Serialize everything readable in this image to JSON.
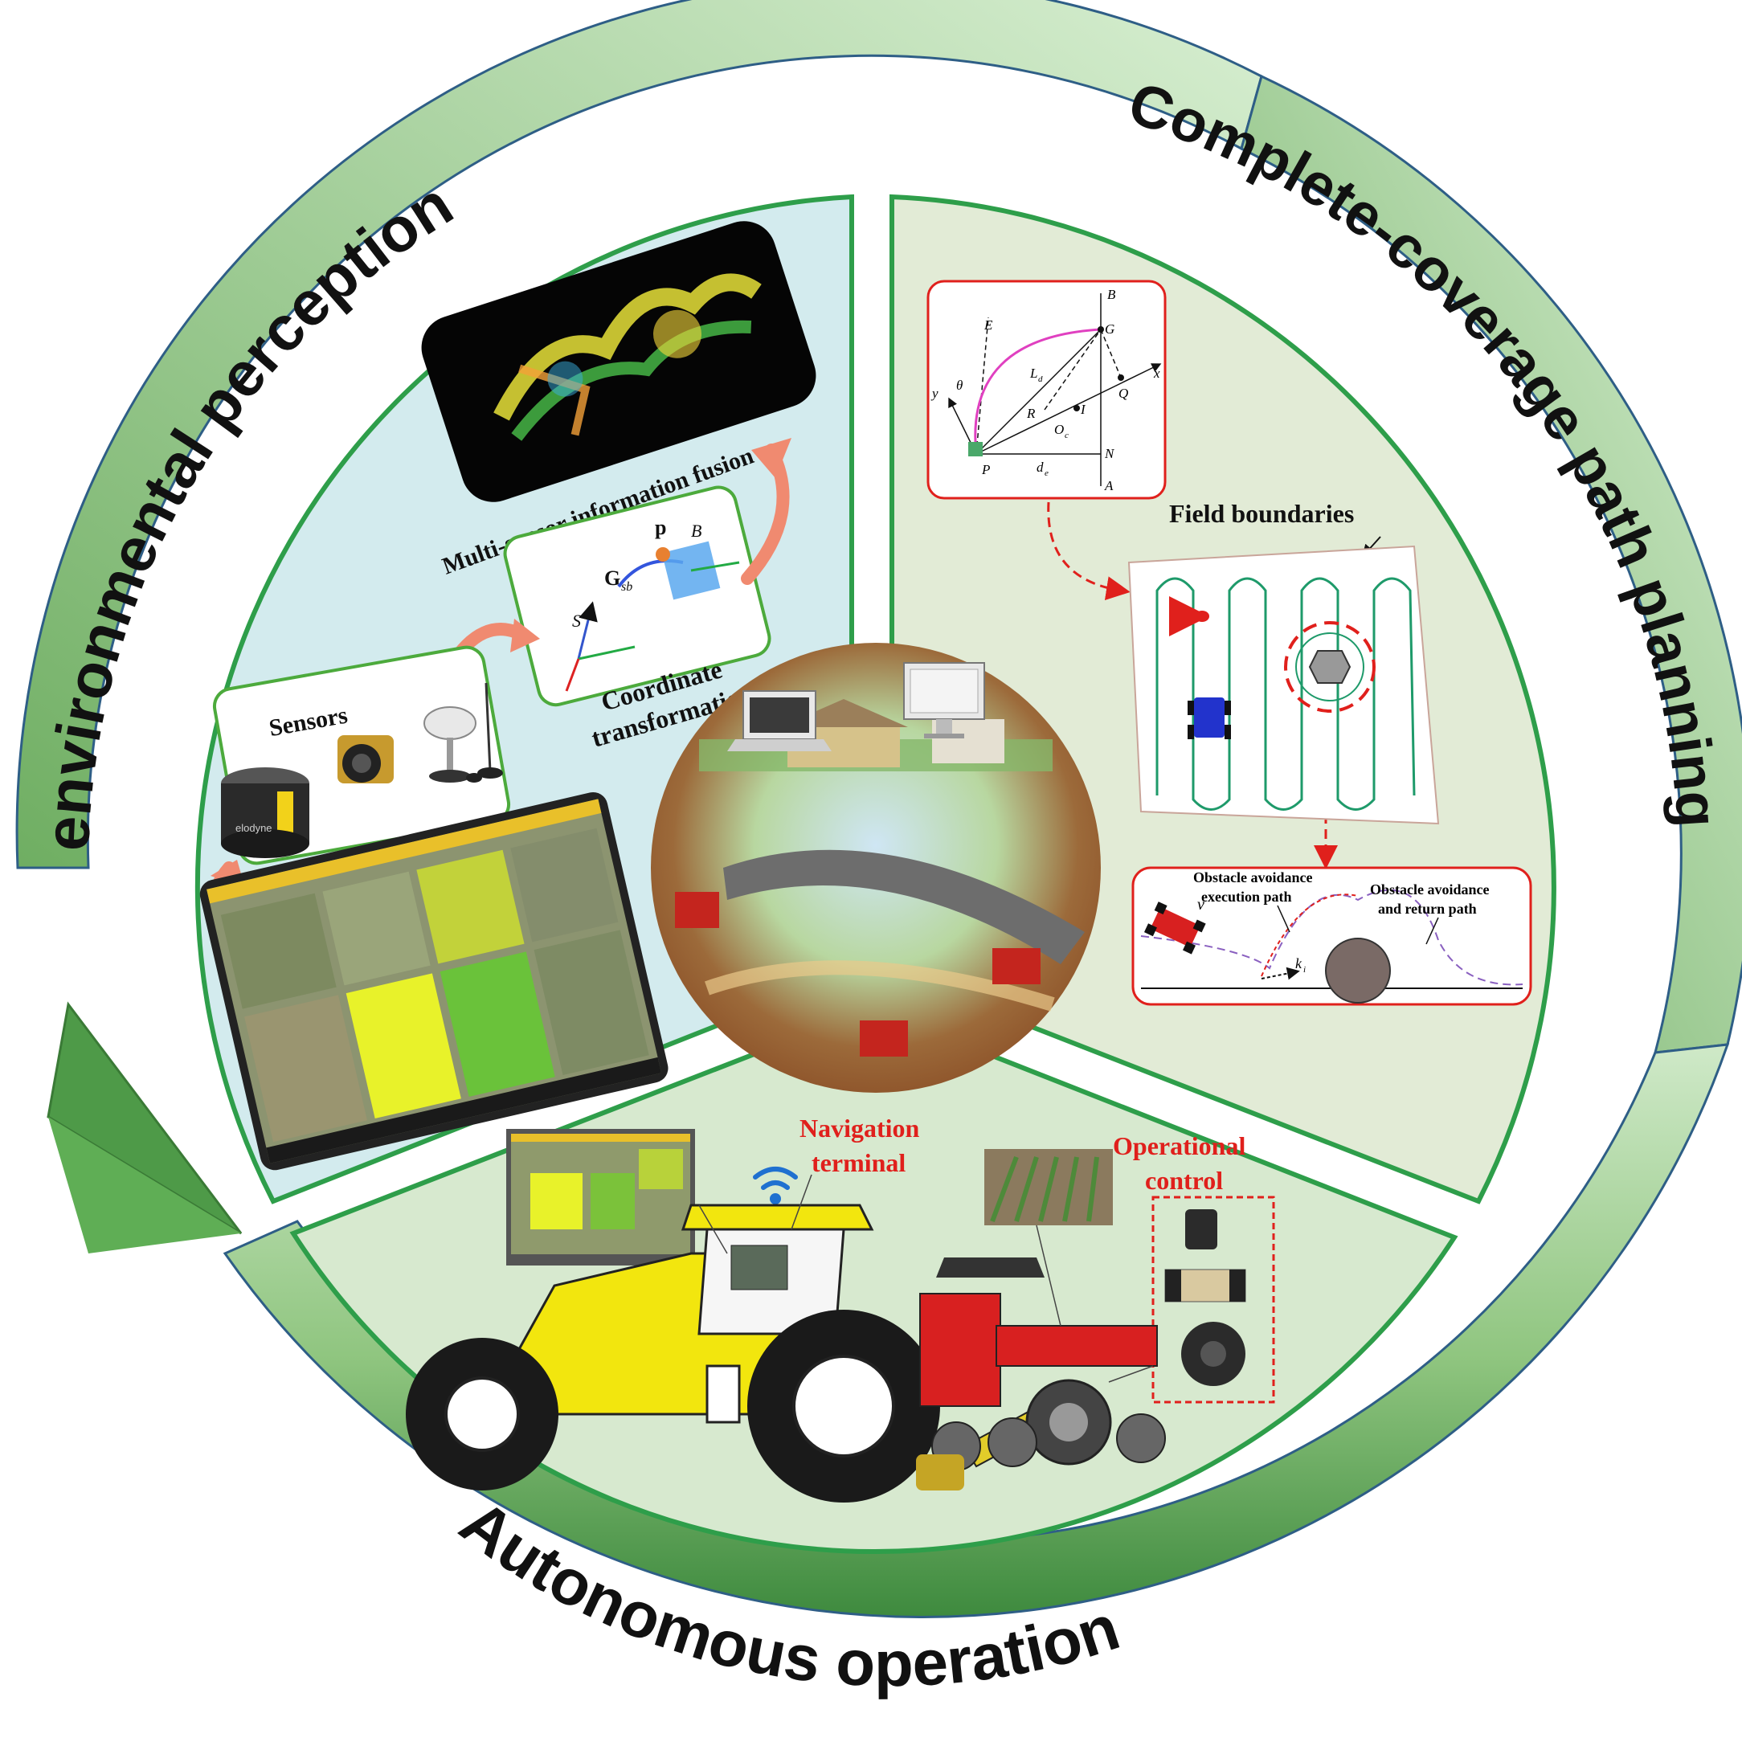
{
  "ring": {
    "top_left": "environmental perception",
    "top_right": "Complete-coverage path planning",
    "bottom": "Autonomous operation"
  },
  "perception": {
    "fusion_label": "Multi-sensor information fusion",
    "coord_label_line1": "Coordinate",
    "coord_label_line2": "transformation",
    "sensors_label": "Sensors",
    "lidar_brand": "elodyne",
    "coord_symbols": {
      "p": "p",
      "B": "B",
      "G": "G",
      "G_sub": "sb",
      "S": "S"
    }
  },
  "planning": {
    "geometry_labels": {
      "B": "B",
      "E": "E",
      "G": "G",
      "x": "x",
      "y": "y",
      "theta": "θ",
      "Ld": "L",
      "Ld_sub": "d",
      "R": "R",
      "I": "I",
      "Q": "Q",
      "Oc": "O",
      "Oc_sub": "c",
      "N": "N",
      "P": "P",
      "de": "d",
      "de_sub": "e",
      "A": "A"
    },
    "field_boundaries": "Field boundaries",
    "obstacle_exec_line1": "Obstacle avoidance",
    "obstacle_exec_line2": "execution path",
    "obstacle_return_line1": "Obstacle avoidance",
    "obstacle_return_line2": "and return path",
    "v_symbol": "v",
    "k_symbol": "k",
    "k_sub": "i"
  },
  "operation": {
    "nav_line1": "Navigation",
    "nav_line2": "terminal",
    "op_line1": "Operational",
    "op_line2": "control"
  },
  "colors": {
    "ring_green": "#3e8a3e",
    "ring_light": "#d6ecd0",
    "panel_border": "#2e9e4a",
    "perception_bg": "#d3ebee",
    "planning_bg": "#e2ebd6",
    "operation_bg": "#d7e9cf",
    "accent_red": "#e0201c",
    "arrow_salmon": "#f08a70"
  }
}
